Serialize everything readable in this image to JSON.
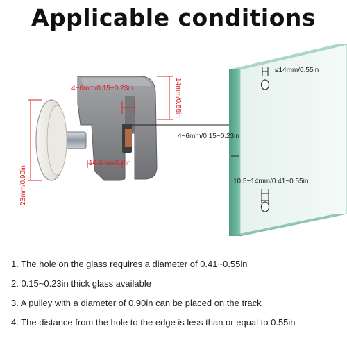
{
  "title": "Applicable conditions",
  "dimensions": {
    "pulley_gap": "4~6mm/0.15~0.23in",
    "pulley_height": "14mm/0.55in",
    "wheel_diameter": "23mm/0.90in",
    "shaft_length": "10.3mm/0.4in",
    "glass_thickness": "4~6mm/0.15~0.23in",
    "hole_to_edge": "≤14mm/0.55in",
    "hole_diameter": "10.5~14mm/0.41~0.55in"
  },
  "notes": [
    "1. The hole on the glass requires a diameter of 0.41~0.55in",
    "2. 0.15~0.23in thick glass available",
    "3. A pulley with a diameter of 0.90in can be placed on the track",
    "4. The distance from the hole to the edge is less than or equal to 0.55in"
  ],
  "colors": {
    "dimension_red": "#d22222",
    "glass_green": "#6fb9a3",
    "bracket_gray": "#8b8c8e"
  }
}
